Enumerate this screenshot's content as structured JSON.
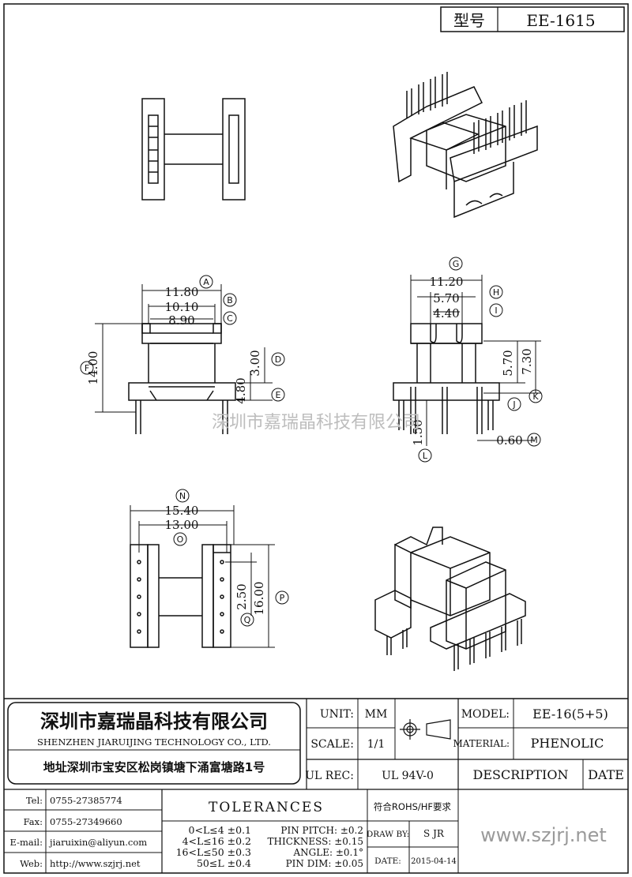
{
  "model_box": {
    "label": "型号",
    "value": "EE-1615"
  },
  "watermark": "深圳市嘉瑞晶科技有限公司",
  "dims": {
    "A": "11.80",
    "B": "10.10",
    "C": "8.90",
    "D": "3.00",
    "E": "4.80",
    "F": "14.00",
    "G": "11.20",
    "H": "5.70",
    "I": "4.40",
    "J": "5.70",
    "K": "7.30",
    "L": "1.50",
    "M": "0.60",
    "N": "15.40",
    "O": "13.00",
    "P": "16.00",
    "Q": "2.50"
  },
  "company": {
    "name_cn": "深圳市嘉瑞晶科技有限公司",
    "name_en": "SHENZHEN JIARUIJING TECHNOLOGY CO., LTD.",
    "address": "地址深圳市宝安区松岗镇塘下涌富塘路1号"
  },
  "title_block": {
    "unit_label": "UNIT:",
    "unit_value": "MM",
    "scale_label": "SCALE:",
    "scale_value": "1/1",
    "ulrec_label": "UL REC:",
    "ulrec_value": "UL 94V-0",
    "model_label": "MODEL:",
    "model_value": "EE-16(5+5)",
    "material_label": "MATERIAL:",
    "material_value": "PHENOLIC",
    "description": "DESCRIPTION",
    "date_header": "DATE"
  },
  "contact": {
    "tel_label": "Tel:",
    "tel": "0755-27385774",
    "fax_label": "Fax:",
    "fax": "0755-27349660",
    "email_label": "E-mail:",
    "email": "jiaruixin@aliyun.com",
    "web_label": "Web:",
    "web": "http://www.szjrj.net"
  },
  "tolerances": {
    "title": "TOLERANCES",
    "rohs": "符合ROHS/HF要求",
    "rows": [
      "0<L≤4 ±0.1",
      "4<L≤16 ±0.2",
      "16<L≤50 ±0.3",
      "50≤L ±0.4"
    ],
    "pin": [
      "PIN PITCH: ±0.2",
      "THICKNESS: ±0.15",
      "ANGLE: ±0.1°",
      "PIN DIM: ±0.05"
    ]
  },
  "drawn": {
    "label": "DRAW BY:",
    "value": "S JR",
    "date_label": "DATE:",
    "date": "2015-04-14"
  },
  "website_big": "www.szjrj.net"
}
